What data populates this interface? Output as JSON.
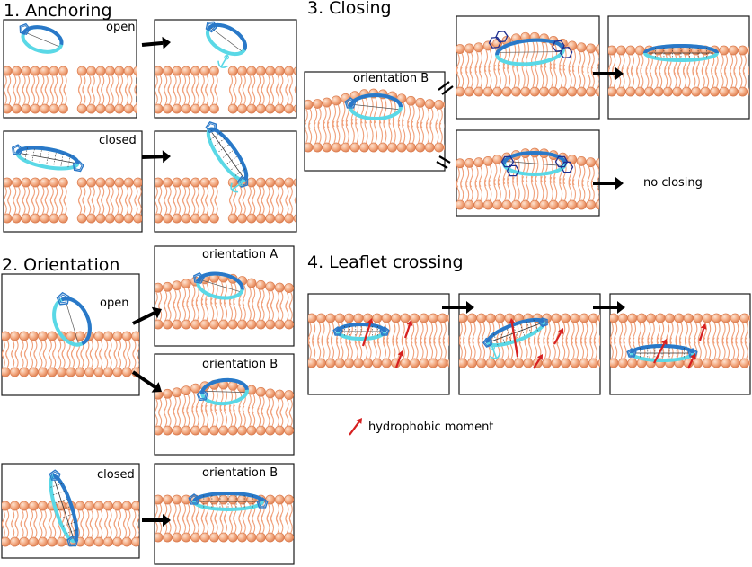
{
  "sections": {
    "anchoring": "1. Anchoring",
    "orientation": "2. Orientation",
    "closing": "3. Closing",
    "leaflet_crossing": "4. Leaflet crossing"
  },
  "labels": {
    "open": "open",
    "closed": "closed",
    "orientation_a": "orientation A",
    "orientation_b": "orientation B",
    "no_closing": "no closing",
    "hydrophobic_moment": "hydrophobic moment"
  },
  "colors": {
    "lipid_head": "#f2a378",
    "lipid_head_edge": "#d9784a",
    "lipid_tail": "#f0a07a",
    "peptide_light": "#5ad8e6",
    "peptide_dark": "#2a78c8",
    "ring_navy": "#1f2f8f",
    "arrow": "#000000",
    "moment_arrow": "#d62020"
  }
}
